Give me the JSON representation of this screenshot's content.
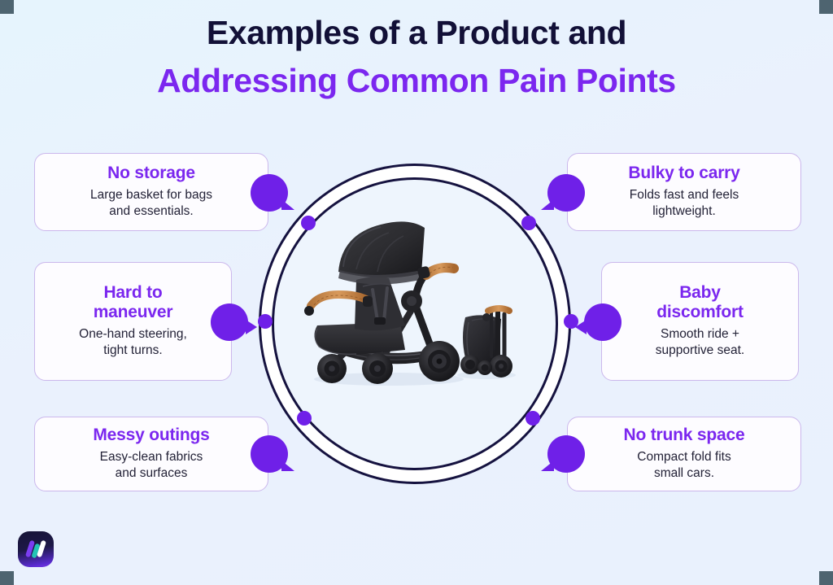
{
  "meta": {
    "background_color": "#e9f2fd",
    "accent_purple": "#7b27ef",
    "bubble_purple": "#6f20e8",
    "ring_navy": "#15123f",
    "card_border": "#cbb7ec",
    "body_text_color": "#232237"
  },
  "title": {
    "line1": "Examples of a Product and",
    "line2": "Addressing Common Pain Points"
  },
  "cards": {
    "no_storage": {
      "title": "No storage",
      "body": "Large basket for bags\nand essentials."
    },
    "hard_maneuver": {
      "title": "Hard to\nmaneuver",
      "body": "One-hand steering,\ntight turns."
    },
    "messy_outings": {
      "title": "Messy outings",
      "body": "Easy-clean fabrics\nand surfaces"
    },
    "bulky_carry": {
      "title": "Bulky to carry",
      "body": "Folds fast and feels\nlightweight."
    },
    "baby_discomfort": {
      "title": "Baby\ndiscomfort",
      "body": "Smooth ride +\nsupportive seat."
    },
    "no_trunk_space": {
      "title": "No trunk space",
      "body": "Compact fold fits\nsmall cars."
    }
  },
  "center": {
    "product_alt": "black baby stroller with tan leather handlebar",
    "folded_alt": "folded compact stroller",
    "ring_dot_count": 6
  },
  "logo": {
    "alt": "brand mark with three diagonal slashes",
    "slash_colors": [
      "#7b3df2",
      "#24c3b5",
      "#ffffff"
    ]
  }
}
